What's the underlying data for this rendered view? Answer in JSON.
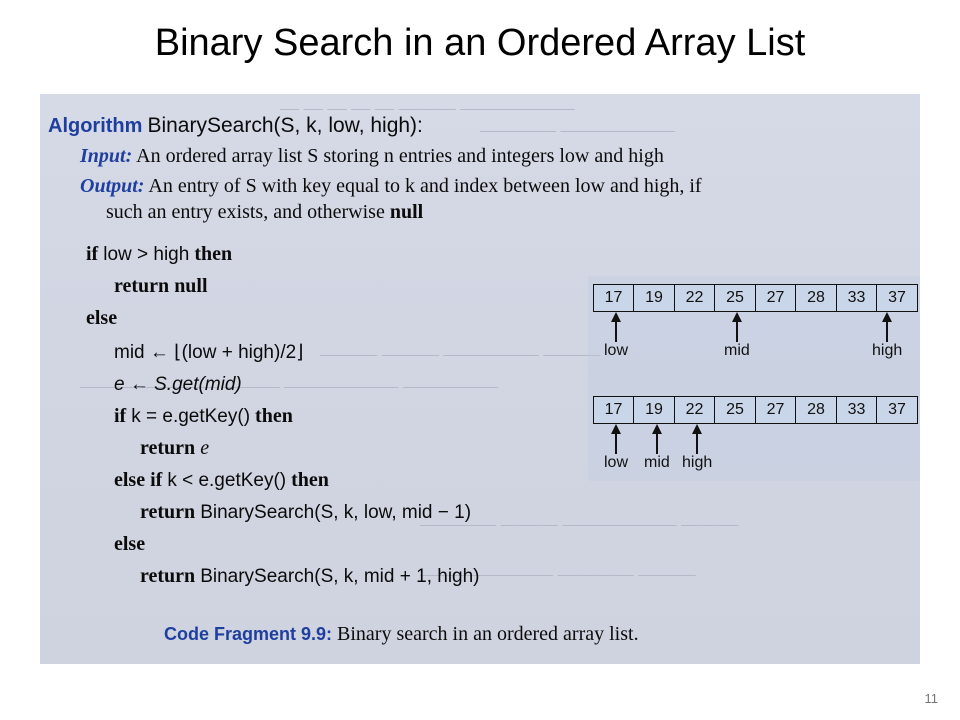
{
  "slide": {
    "title": "Binary Search in an Ordered Array List",
    "page_number": "11"
  },
  "algorithm": {
    "header_label": "Algorithm",
    "signature": "BinarySearch(S, k, low, high):",
    "input_label": "Input:",
    "input_text": "An ordered array list S storing n entries and integers low and high",
    "output_label": "Output:",
    "output_text_1": "An entry of S with key equal to k and index between low and high, if",
    "output_text_2": "such an entry exists, and otherwise",
    "output_null": "null",
    "lines": {
      "if_kw": "if",
      "if_cond": "low > high",
      "then_kw": "then",
      "return_kw": "return",
      "null_kw": "null",
      "else_kw": "else",
      "mid_assign": "mid ← ⌊(low + high)/2⌋",
      "e_assign": "e ← S.get(mid)",
      "if2_kw": "if",
      "if2_cond": "k = e.getKey()",
      "then2_kw": "then",
      "return2_kw": "return",
      "return2_val": "e",
      "elseif_kw": "else if",
      "elseif_cond": "k < e.getKey()",
      "then3_kw": "then",
      "return3_kw": "return",
      "return3_val": "BinarySearch(S, k, low, mid − 1)",
      "else2_kw": "else",
      "return4_kw": "return",
      "return4_val": "BinarySearch(S, k, mid + 1, high)"
    },
    "caption_label": "Code Fragment 9.9:",
    "caption_text": "Binary search in an ordered array list."
  },
  "figure": {
    "array_top": [
      "17",
      "19",
      "22",
      "25",
      "27",
      "28",
      "33",
      "37"
    ],
    "array_bottom": [
      "17",
      "19",
      "22",
      "25",
      "27",
      "28",
      "33",
      "37"
    ],
    "top_pointers": {
      "low": "low",
      "mid": "mid",
      "high": "high"
    },
    "bottom_pointers": {
      "low": "low",
      "mid": "mid",
      "high": "high"
    },
    "cell_color": "#c9d5e8"
  },
  "colors": {
    "keyword_blue": "#1f3f9e",
    "page_background": "#d4d8e4"
  }
}
